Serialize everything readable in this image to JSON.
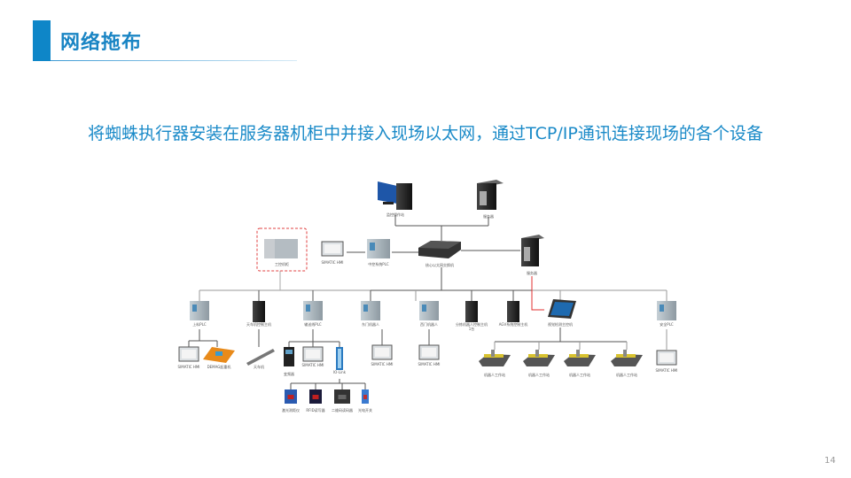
{
  "header": {
    "title": "网络拖布",
    "accent_color": "#0e86c8"
  },
  "subtitle": "将蜘蛛执行器安装在服务器机柜中并接入现场以太网，通过TCP/IP通讯连接现场的各个设备",
  "page_number": "14",
  "diagram": {
    "nodes": {
      "monitor_pc": {
        "label": "监控操作站",
        "icon": "desktop-computer-icon"
      },
      "top_server": {
        "label": "服务器",
        "icon": "server-tower-icon"
      },
      "cabinet": {
        "label": "工控机柜",
        "icon": "cabinet-icon"
      },
      "hmi_top": {
        "label": "SIMATIC HMI",
        "icon": "hmi-panel-icon"
      },
      "plc_top": {
        "label": "中控系统PLC",
        "icon": "plc-icon"
      },
      "switch": {
        "label": "核心以太网交换机",
        "icon": "network-switch-icon"
      },
      "spider_server": {
        "label": "服务器",
        "icon": "server-tower-icon"
      },
      "tier2": [
        {
          "label": "上料PLC",
          "icon": "plc-icon"
        },
        {
          "label": "天车机控制主机",
          "icon": "mini-pc-icon"
        },
        {
          "label": "输送线PLC",
          "icon": "plc-icon"
        },
        {
          "label": "东门机器人",
          "icon": "plc-icon"
        },
        {
          "label": "西门机器人",
          "icon": "plc-icon"
        },
        {
          "label": "分拣机器人控制主机",
          "icon": "mini-pc-icon",
          "sub": "1台"
        },
        {
          "label": "AGV系统控制主机",
          "icon": "mini-pc-icon"
        },
        {
          "label": "视觉检测主控机",
          "icon": "tablet-icon"
        },
        {
          "label": "安全PLC",
          "icon": "plc-icon"
        }
      ],
      "tier3": {
        "hmi_a": {
          "label": "SIMATIC HMI",
          "icon": "hmi-panel-icon"
        },
        "conveyor": {
          "label": "DEMAG起重机",
          "icon": "crane-icon"
        },
        "gantry": {
          "label": "天车机",
          "icon": "gantry-icon"
        },
        "drive": {
          "label": "变频器",
          "icon": "drive-icon"
        },
        "hmi_b": {
          "label": "SIMATIC HMI",
          "icon": "hmi-panel-icon"
        },
        "iolink": {
          "label": "IO-Link",
          "icon": "io-module-icon"
        },
        "hmi_c": {
          "label": "SIMATIC HMI",
          "icon": "hmi-panel-icon"
        },
        "hmi_d": {
          "label": "SIMATIC HMI",
          "icon": "hmi-panel-icon"
        },
        "robots": [
          {
            "label": "机器人工作站",
            "icon": "robot-cell-icon"
          },
          {
            "label": "机器人工作站",
            "icon": "robot-cell-icon"
          },
          {
            "label": "机器人工作站",
            "icon": "robot-cell-icon"
          },
          {
            "label": "机器人工作站",
            "icon": "robot-cell-icon"
          }
        ],
        "hmi_e": {
          "label": "SIMATIC HMI",
          "icon": "hmi-panel-icon"
        }
      },
      "tier4": [
        {
          "label": "激光测距仪",
          "icon": "laser-sensor-icon"
        },
        {
          "label": "RFID读写器",
          "icon": "rfid-reader-icon"
        },
        {
          "label": "二维码读码器",
          "icon": "barcode-reader-icon"
        },
        {
          "label": "光电开关",
          "icon": "photo-sensor-icon"
        }
      ]
    },
    "colors": {
      "line": "#555555",
      "line_light": "#9a9a9a",
      "highlight": "#e03030",
      "cabinet_border": "#e04040"
    }
  }
}
